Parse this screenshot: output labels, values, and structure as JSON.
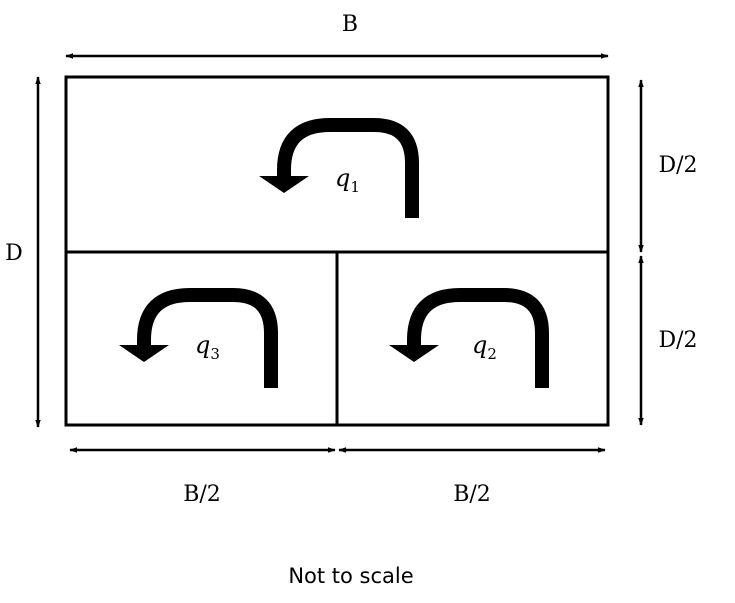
{
  "diagram": {
    "title": "",
    "dimensions": {
      "width_top": "B",
      "depth_left": "D",
      "depth_half_upper": "D/2",
      "depth_half_lower": "D/2",
      "width_half_left": "B/2",
      "width_half_right": "B/2"
    },
    "cells": [
      {
        "id": "top",
        "flow_symbol": "q",
        "flow_index": "1"
      },
      {
        "id": "bottom-right",
        "flow_symbol": "q",
        "flow_index": "2"
      },
      {
        "id": "bottom-left",
        "flow_symbol": "q",
        "flow_index": "3"
      }
    ],
    "note": "Not to scale",
    "colors": {
      "stroke": "#000000",
      "background": "#ffffff"
    }
  }
}
